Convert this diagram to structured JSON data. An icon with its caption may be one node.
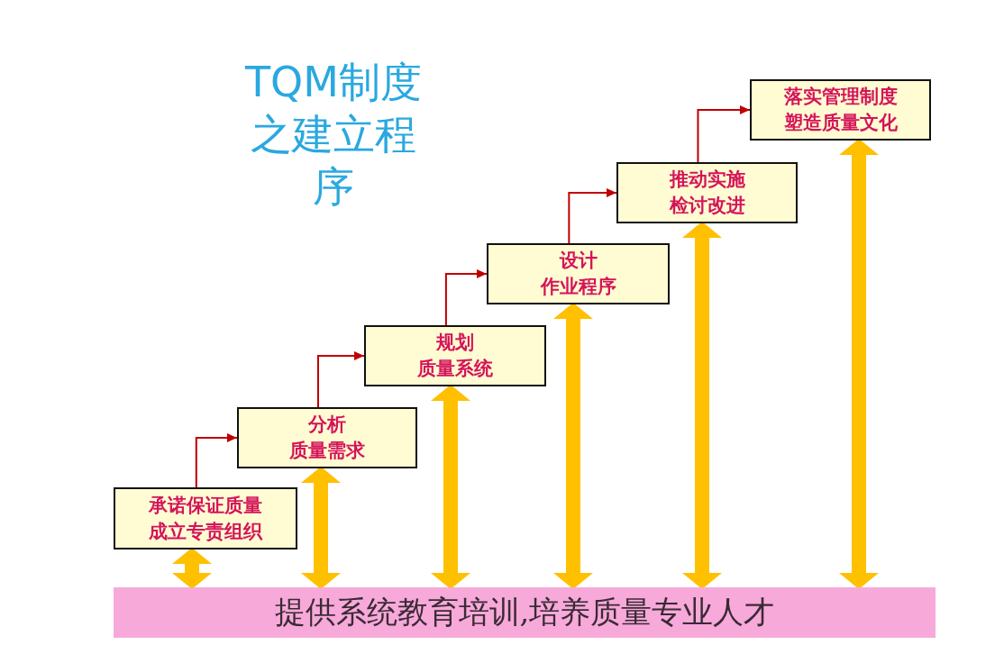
{
  "diagram": {
    "title": "TQM制度之建立程序",
    "nodes": [
      {
        "text": [
          "承诺保证质量",
          "成立专责组织"
        ]
      },
      {
        "text": [
          "分析",
          "质量需求"
        ]
      },
      {
        "text": [
          "规划",
          "质量系统"
        ]
      },
      {
        "text": [
          "设计",
          "作业程序"
        ]
      },
      {
        "text": [
          "推动实施",
          "检讨改进"
        ]
      },
      {
        "text": [
          "落实管理制度",
          "塑造质量文化"
        ]
      },
      {
        "text": [
          "提供系统教育培训,培养质量专业人才"
        ]
      }
    ],
    "edges": [
      {
        "from": 0,
        "to": 1,
        "arrow": "to",
        "color": "#c00000"
      },
      {
        "from": 1,
        "to": 2,
        "arrow": "to",
        "color": "#c00000"
      },
      {
        "from": 2,
        "to": 3,
        "arrow": "to",
        "color": "#c00000"
      },
      {
        "from": 3,
        "to": 4,
        "arrow": "to",
        "color": "#c00000"
      },
      {
        "from": 4,
        "to": 5,
        "arrow": "to",
        "color": "#c00000"
      },
      {
        "from": 6,
        "to": 0,
        "arrow": "both"
      },
      {
        "from": 6,
        "to": 1,
        "arrow": "both"
      },
      {
        "from": 6,
        "to": 2,
        "arrow": "both"
      },
      {
        "from": 6,
        "to": 3,
        "arrow": "both"
      },
      {
        "from": 6,
        "to": 4,
        "arrow": "both"
      },
      {
        "from": 6,
        "to": 5,
        "arrow": "both"
      }
    ]
  }
}
